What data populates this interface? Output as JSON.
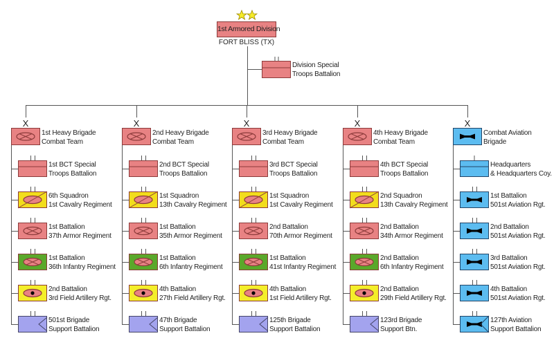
{
  "division": {
    "name": "1st Armored Division",
    "location": "FORT BLISS (TX)",
    "rank_stars": 2
  },
  "dstb": {
    "lines": [
      "Division Special",
      "Troops Battalion"
    ]
  },
  "brigade_echelon": "X",
  "colors": {
    "armor": "#e88283",
    "cavalry": "#f2dd1c",
    "infantry": "#5aa82a",
    "artillery": "#f4ee2a",
    "support": "#a3a3ee",
    "aviation": "#5cbcf0",
    "stroke": "#8b3a3a"
  },
  "columns": [
    {
      "brigade": {
        "type": "armor",
        "lines": [
          "1st Heavy Brigade",
          "Combat Team"
        ]
      },
      "units": [
        {
          "type": "stb",
          "lines": [
            "1st BCT Special",
            "Troops Battalion"
          ]
        },
        {
          "type": "cavalry",
          "lines": [
            "6th Squadron",
            "1st Cavalry Regiment"
          ]
        },
        {
          "type": "armor",
          "lines": [
            "1st Battalion",
            "37th Armor Regiment"
          ]
        },
        {
          "type": "infantry",
          "lines": [
            "1st Battalion",
            "36th Infantry Regiment"
          ]
        },
        {
          "type": "artillery",
          "lines": [
            "2nd Battalion",
            "3rd Field Artillery Rgt."
          ]
        },
        {
          "type": "support",
          "lines": [
            "501st Brigade",
            "Support Battalion"
          ]
        }
      ]
    },
    {
      "brigade": {
        "type": "armor",
        "lines": [
          "2nd Heavy Brigade",
          "Combat Team"
        ]
      },
      "units": [
        {
          "type": "stb",
          "lines": [
            "2nd BCT Special",
            "Troops Battalion"
          ]
        },
        {
          "type": "cavalry",
          "lines": [
            "1st Squadron",
            "13th Cavalry Regiment"
          ]
        },
        {
          "type": "armor",
          "lines": [
            "1st Battalion",
            "35th Armor Regiment"
          ]
        },
        {
          "type": "infantry",
          "lines": [
            "1st Battalion",
            "6th Infantry Regiment"
          ]
        },
        {
          "type": "artillery",
          "lines": [
            "4th Battalion",
            "27th Field Artillery Rgt."
          ]
        },
        {
          "type": "support",
          "lines": [
            "47th Brigade",
            "Support Battalion"
          ]
        }
      ]
    },
    {
      "brigade": {
        "type": "armor",
        "lines": [
          "3rd Heavy Brigade",
          "Combat Team"
        ]
      },
      "units": [
        {
          "type": "stb",
          "lines": [
            "3rd BCT Special",
            "Troops Battalion"
          ]
        },
        {
          "type": "cavalry",
          "lines": [
            "1st Squadron",
            "1st Cavalry Regiment"
          ]
        },
        {
          "type": "armor",
          "lines": [
            "2nd Battalion",
            "70th Armor Regiment"
          ]
        },
        {
          "type": "infantry",
          "lines": [
            "1st Battalion",
            "41st Infantry Regiment"
          ]
        },
        {
          "type": "artillery",
          "lines": [
            "4th Battalion",
            "1st Field Artillery Rgt."
          ]
        },
        {
          "type": "support",
          "lines": [
            "125th Brigade",
            "Support Battalion"
          ]
        }
      ]
    },
    {
      "brigade": {
        "type": "armor",
        "lines": [
          "4th Heavy Brigade",
          "Combat Team"
        ]
      },
      "units": [
        {
          "type": "stb",
          "lines": [
            "4th BCT Special",
            "Troops Battalion"
          ]
        },
        {
          "type": "cavalry",
          "lines": [
            "2nd Squadron",
            "13th Cavalry Regiment"
          ]
        },
        {
          "type": "armor",
          "lines": [
            "2nd Battalion",
            "34th Armor Regiment"
          ]
        },
        {
          "type": "infantry",
          "lines": [
            "2nd Battalion",
            "6th Infantry Regiment"
          ]
        },
        {
          "type": "artillery",
          "lines": [
            "2nd Battalion",
            "29th Field Artillery Rgt."
          ]
        },
        {
          "type": "support",
          "lines": [
            "123rd Brigade",
            "Support Btn."
          ]
        }
      ]
    },
    {
      "brigade": {
        "type": "aviation",
        "lines": [
          "Combat Aviation",
          "Brigade"
        ]
      },
      "units": [
        {
          "type": "hhc",
          "lines": [
            "Headquarters",
            "& Headquarters Coy."
          ]
        },
        {
          "type": "aviation",
          "lines": [
            "1st Battalion",
            "501st Aviation Rgt."
          ]
        },
        {
          "type": "aviation",
          "lines": [
            "2nd Battalion",
            "501st Aviation Rgt."
          ]
        },
        {
          "type": "aviation",
          "lines": [
            "3rd Battalion",
            "501st Aviation Rgt."
          ]
        },
        {
          "type": "aviation",
          "lines": [
            "4th Battalion",
            "501st Aviation Rgt."
          ]
        },
        {
          "type": "aviation-support",
          "lines": [
            "127th Aviation",
            "Support Battalion"
          ]
        }
      ]
    }
  ]
}
